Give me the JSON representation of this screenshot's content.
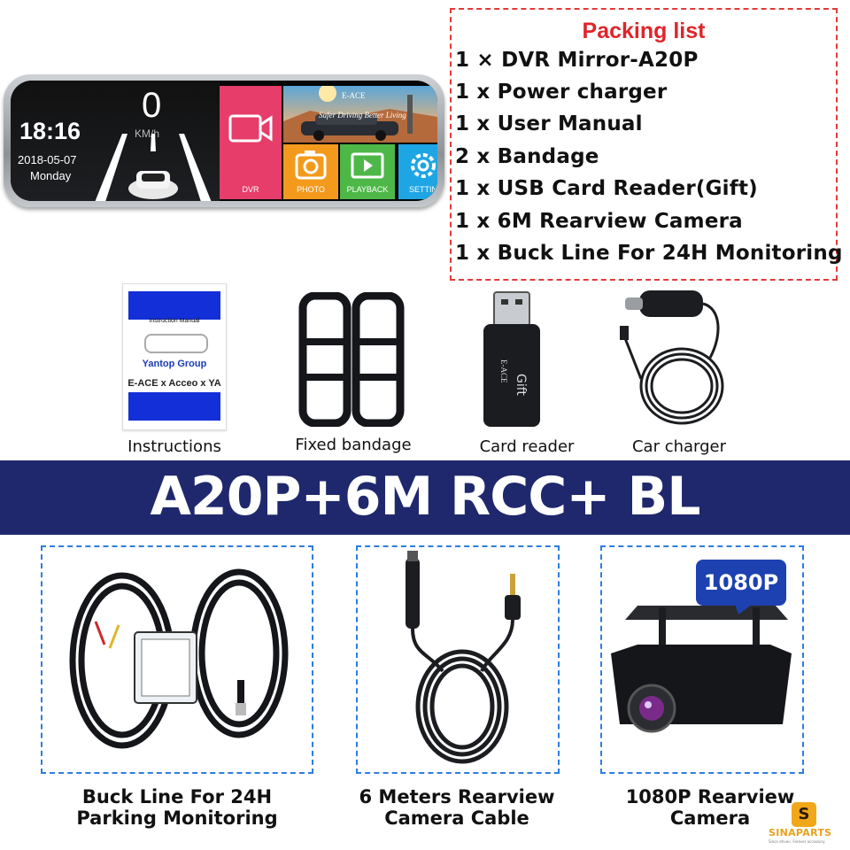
{
  "mirror": {
    "time": "18:16",
    "date": "2018-05-07",
    "day": "Monday",
    "speed": "0",
    "speed_unit": "KM/h",
    "brand": "E-ACE",
    "slogan": "Safer Driving Better Living",
    "tiles": {
      "dvr": "DVR",
      "photo": "PHOTO",
      "playback": "PLAYBACK",
      "settings": "SETTIN"
    }
  },
  "packing": {
    "title": "Packing list",
    "items": [
      "1 × DVR Mirror-A20P",
      "1 x Power charger",
      "1 x User Manual",
      "2 x Bandage",
      "1 x USB Card Reader(Gift)",
      "1 x 6M Rearview Camera",
      "1 x Buck Line For 24H Monitoring"
    ]
  },
  "accessories": {
    "manual": {
      "doc_title": "Instruction Manual",
      "group": "Yantop Group",
      "brands": "E-ACE x Acceo x YA",
      "label": "Instructions"
    },
    "bandage": {
      "label": "Fixed bandage"
    },
    "card_reader": {
      "brand": "E-ACE",
      "gift": "Gift",
      "label": "Card reader"
    },
    "charger": {
      "label": "Car charger"
    }
  },
  "banner": {
    "title": "A20P+6M RCC+ BL"
  },
  "products": {
    "buck_line": {
      "caption_line1": "Buck Line For 24H",
      "caption_line2": "Parking Monitoring"
    },
    "cable": {
      "caption_line1": "6 Meters Rearview",
      "caption_line2": "Camera Cable"
    },
    "camera": {
      "caption_line1": "1080P Rearview",
      "caption_line2": "Camera",
      "badge": "1080P"
    }
  },
  "logo": {
    "mark": "S",
    "name": "SINAPARTS",
    "tagline": "Since driven. Forever accessory"
  },
  "colors": {
    "banner": "#20286d",
    "packing_title": "#e0242b",
    "packing_border": "#e23a3a",
    "panel_border": "#2d7de0",
    "badge": "#1d41b0",
    "dvr_tile": "#e73d6a",
    "photo_tile": "#f39a1d",
    "playback_tile": "#4db848",
    "settings_tile": "#1ea5e4",
    "logo": "#f1a71a"
  }
}
